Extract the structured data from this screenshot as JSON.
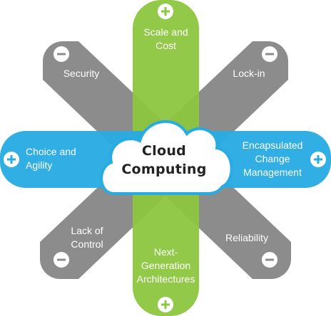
{
  "center": {
    "title": "Cloud\nComputing"
  },
  "colors": {
    "green": "#8cc63f",
    "blue": "#29abe2",
    "gray": "#8c8c8c",
    "icon_fill": "#ffffff"
  },
  "items": [
    {
      "label": "Scale and\nCost",
      "sign": "plus",
      "color": "green"
    },
    {
      "label": "Next-\nGeneration\nArchitectures",
      "sign": "plus",
      "color": "green"
    },
    {
      "label": "Choice and\nAgility",
      "sign": "plus",
      "color": "blue"
    },
    {
      "label": "Encapsulated\nChange\nManagement",
      "sign": "plus",
      "color": "blue"
    },
    {
      "label": "Security",
      "sign": "minus",
      "color": "gray"
    },
    {
      "label": "Lock-in",
      "sign": "minus",
      "color": "gray"
    },
    {
      "label": "Lack of\nControl",
      "sign": "minus",
      "color": "gray"
    },
    {
      "label": "Reliability",
      "sign": "minus",
      "color": "gray"
    }
  ]
}
